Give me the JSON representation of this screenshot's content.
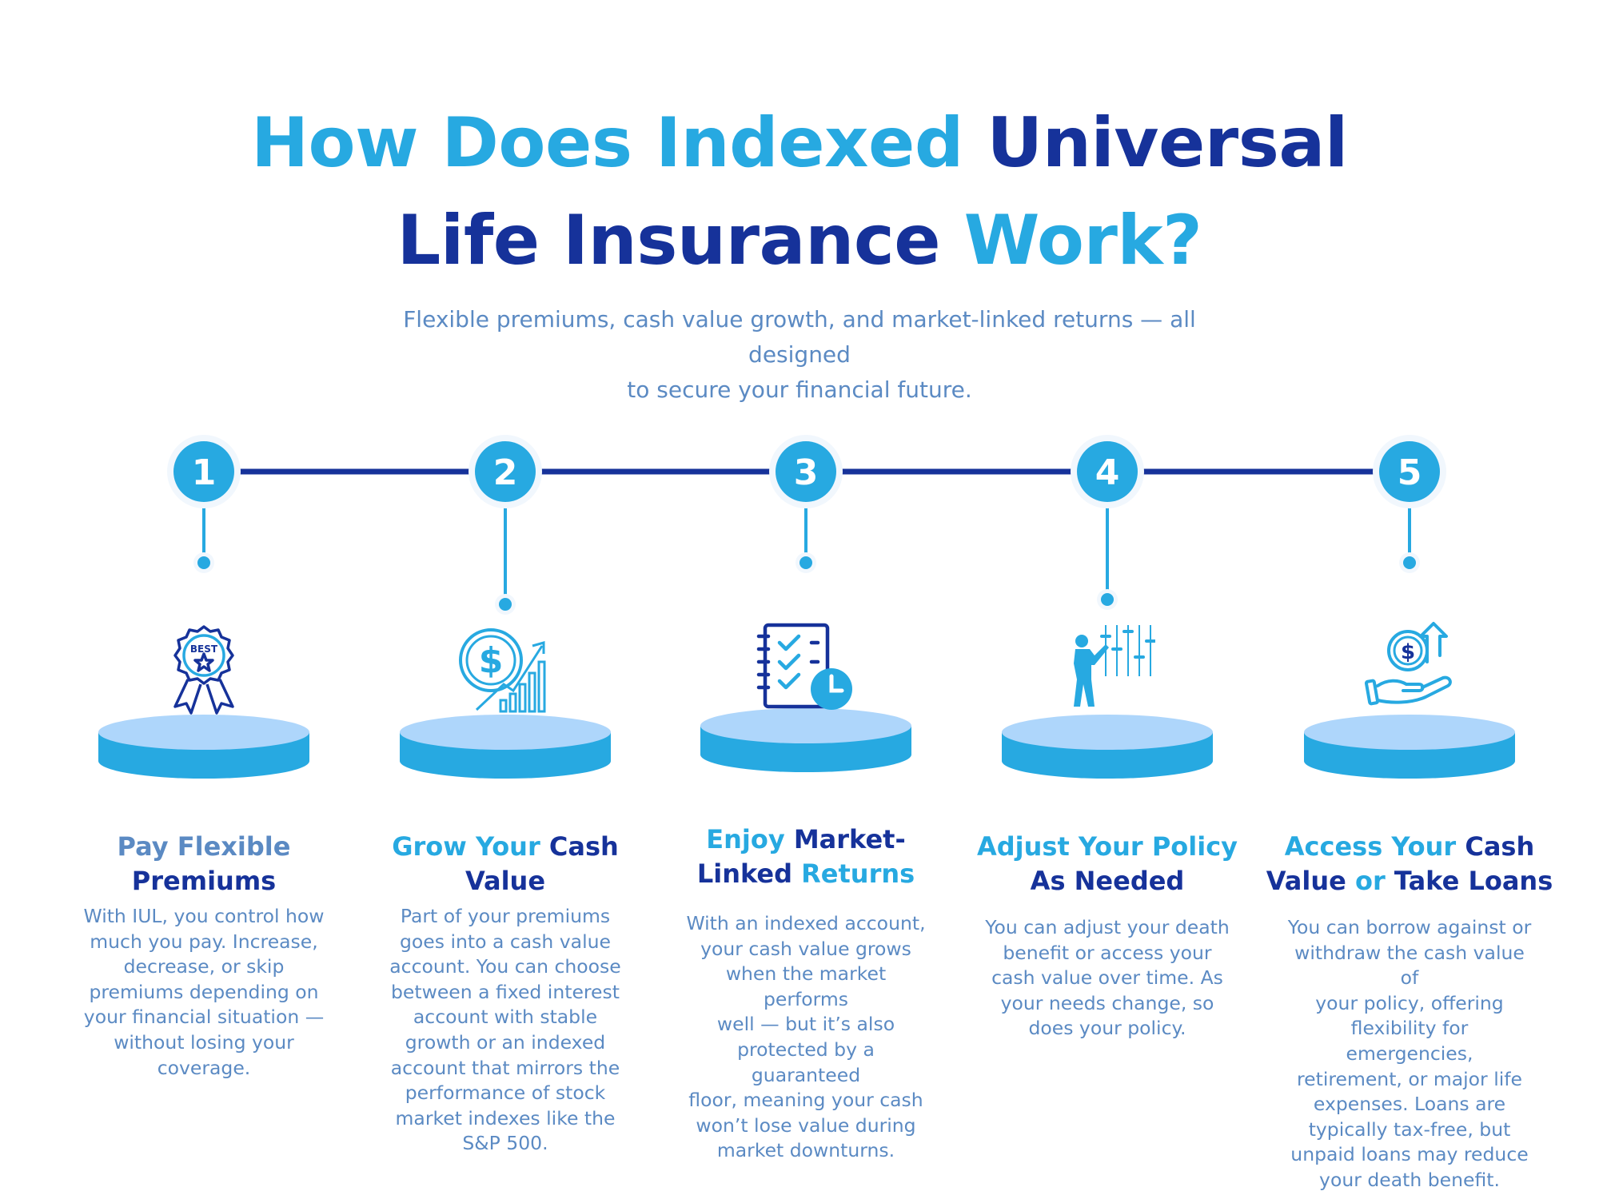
{
  "header": {
    "title_line1": [
      {
        "text": "How Does Indexed ",
        "tone": "light"
      },
      {
        "text": "Universal",
        "tone": "dark"
      }
    ],
    "title_line2": [
      {
        "text": "Life Insurance ",
        "tone": "dark"
      },
      {
        "text": "Work?",
        "tone": "light"
      }
    ],
    "subtitle_line1": "Flexible premiums, cash value growth, and market-linked returns — all designed",
    "subtitle_line2": "to secure your financial future."
  },
  "colors": {
    "light_blue": "#27a9e1",
    "dark_blue": "#16329a",
    "body_text": "#5b8ac3",
    "platform_top": "#aed6fb",
    "platform_side": "#27a9e1",
    "timeline_line": "#16329a"
  },
  "steps": [
    {
      "number": "1",
      "icon": "best-award-ribbon-icon",
      "icon_text": "BEST",
      "title": [
        [
          {
            "text": "Pay Flexible",
            "tone": "muted"
          }
        ],
        [
          {
            "text": "Premiums",
            "tone": "dark"
          }
        ]
      ],
      "description": [
        "With IUL, you control how",
        "much you pay. Increase,",
        "decrease, or skip",
        "premiums depending on",
        "your financial situation —",
        "without losing your",
        "coverage."
      ]
    },
    {
      "number": "2",
      "icon": "dollar-growth-chart-icon",
      "title": [
        [
          {
            "text": "Grow Your ",
            "tone": "light"
          },
          {
            "text": "Cash",
            "tone": "dark"
          }
        ],
        [
          {
            "text": "Value",
            "tone": "dark"
          }
        ]
      ],
      "description": [
        "Part of your premiums",
        "goes into a cash value",
        "account. You can choose",
        "between a fixed interest",
        "account with stable",
        "growth or an indexed",
        "account that mirrors the",
        "performance of stock",
        "market indexes like the",
        "S&P 500."
      ]
    },
    {
      "number": "3",
      "icon": "checklist-clock-icon",
      "title": [
        [
          {
            "text": "Enjoy ",
            "tone": "light"
          },
          {
            "text": "Market-",
            "tone": "dark"
          }
        ],
        [
          {
            "text": "Linked ",
            "tone": "dark"
          },
          {
            "text": "Returns",
            "tone": "light"
          }
        ]
      ],
      "description": [
        "With an indexed account,",
        "your cash value grows",
        "when the market performs",
        "well — but it’s also",
        "protected by a guaranteed",
        "floor, meaning your cash",
        "won’t lose value during",
        "market downturns."
      ]
    },
    {
      "number": "4",
      "icon": "person-adjusting-sliders-icon",
      "title": [
        [
          {
            "text": "Adjust Your Policy",
            "tone": "light"
          }
        ],
        [
          {
            "text": "As Needed",
            "tone": "dark"
          }
        ]
      ],
      "description": [
        "You can adjust your death",
        "benefit or access your",
        "cash value over time. As",
        "your needs change, so",
        "does your policy."
      ]
    },
    {
      "number": "5",
      "icon": "hand-dollar-coin-arrow-icon",
      "title": [
        [
          {
            "text": "Access Your ",
            "tone": "light"
          },
          {
            "text": "Cash",
            "tone": "dark"
          }
        ],
        [
          {
            "text": "Value ",
            "tone": "dark"
          },
          {
            "text": "or ",
            "tone": "light"
          },
          {
            "text": "Take Loans",
            "tone": "dark"
          }
        ]
      ],
      "description": [
        "You can borrow against or",
        "withdraw the cash value of",
        "your policy, offering",
        "flexibility for emergencies,",
        "retirement, or major life",
        "expenses. Loans are",
        "typically tax-free, but",
        "unpaid loans may reduce",
        "your death benefit."
      ]
    }
  ]
}
